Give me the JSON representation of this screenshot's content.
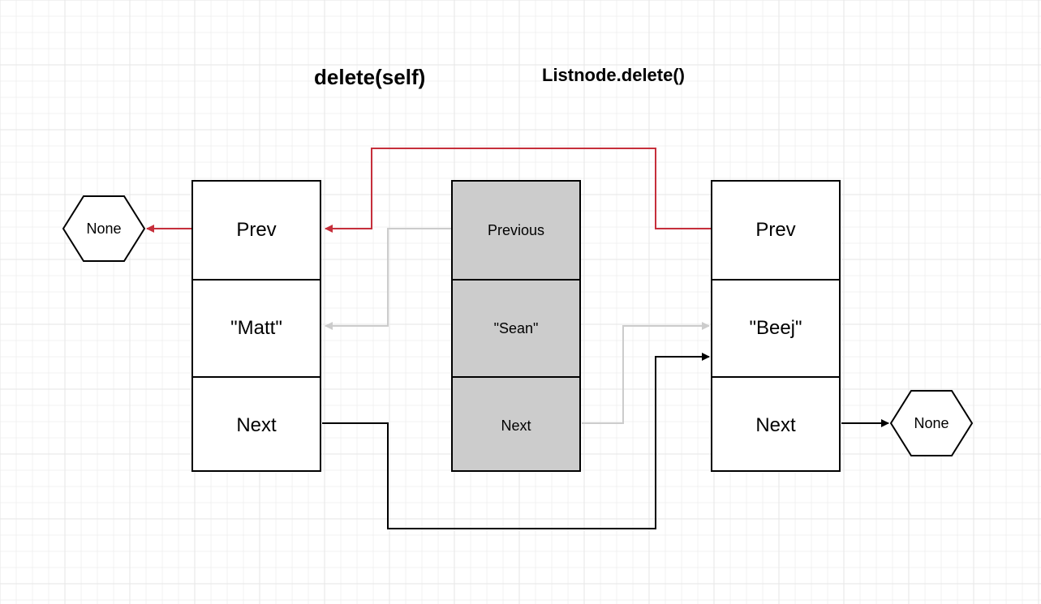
{
  "titles": {
    "method": "delete(self)",
    "call": "Listnode.delete()"
  },
  "nodes": {
    "left": {
      "prev": "Prev",
      "value": "\"Matt\"",
      "next": "Next"
    },
    "middle": {
      "prev": "Previous",
      "value": "\"Sean\"",
      "next": "Next"
    },
    "right": {
      "prev": "Prev",
      "value": "\"Beej\"",
      "next": "Next"
    }
  },
  "terminals": {
    "left": "None",
    "right": "None"
  },
  "colors": {
    "new_prev_link": "#c62f3b",
    "new_next_link": "#000000",
    "removed_links": "#cccccc",
    "deleted_node_fill": "#cccccc",
    "grid": "#e6e6e6"
  }
}
